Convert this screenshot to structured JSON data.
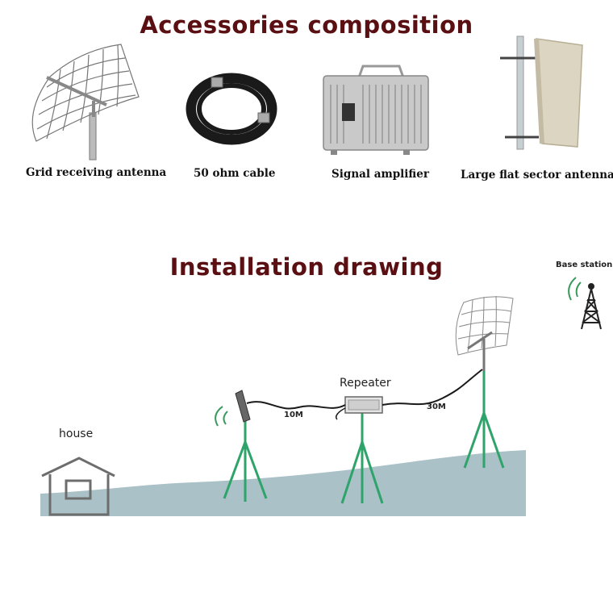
{
  "colors": {
    "title": "#5a0f12",
    "ground": "#a9c1c7",
    "mast": "#2ea36a"
  },
  "section_top": {
    "title": "Accessories composition",
    "items": [
      {
        "caption": "Grid receiving antenna",
        "icon": "grid-antenna-icon"
      },
      {
        "caption": "50 ohm cable",
        "icon": "cable-coil-icon"
      },
      {
        "caption": "Signal amplifier",
        "icon": "amplifier-box-icon"
      },
      {
        "caption": "Large flat sector antenna",
        "icon": "sector-antenna-icon"
      }
    ]
  },
  "section_bottom": {
    "title": "Installation drawing",
    "labels": {
      "house": "house",
      "repeater": "Repeater",
      "cable_short": "10M",
      "cable_long": "30M",
      "base_station": "Base station"
    }
  }
}
